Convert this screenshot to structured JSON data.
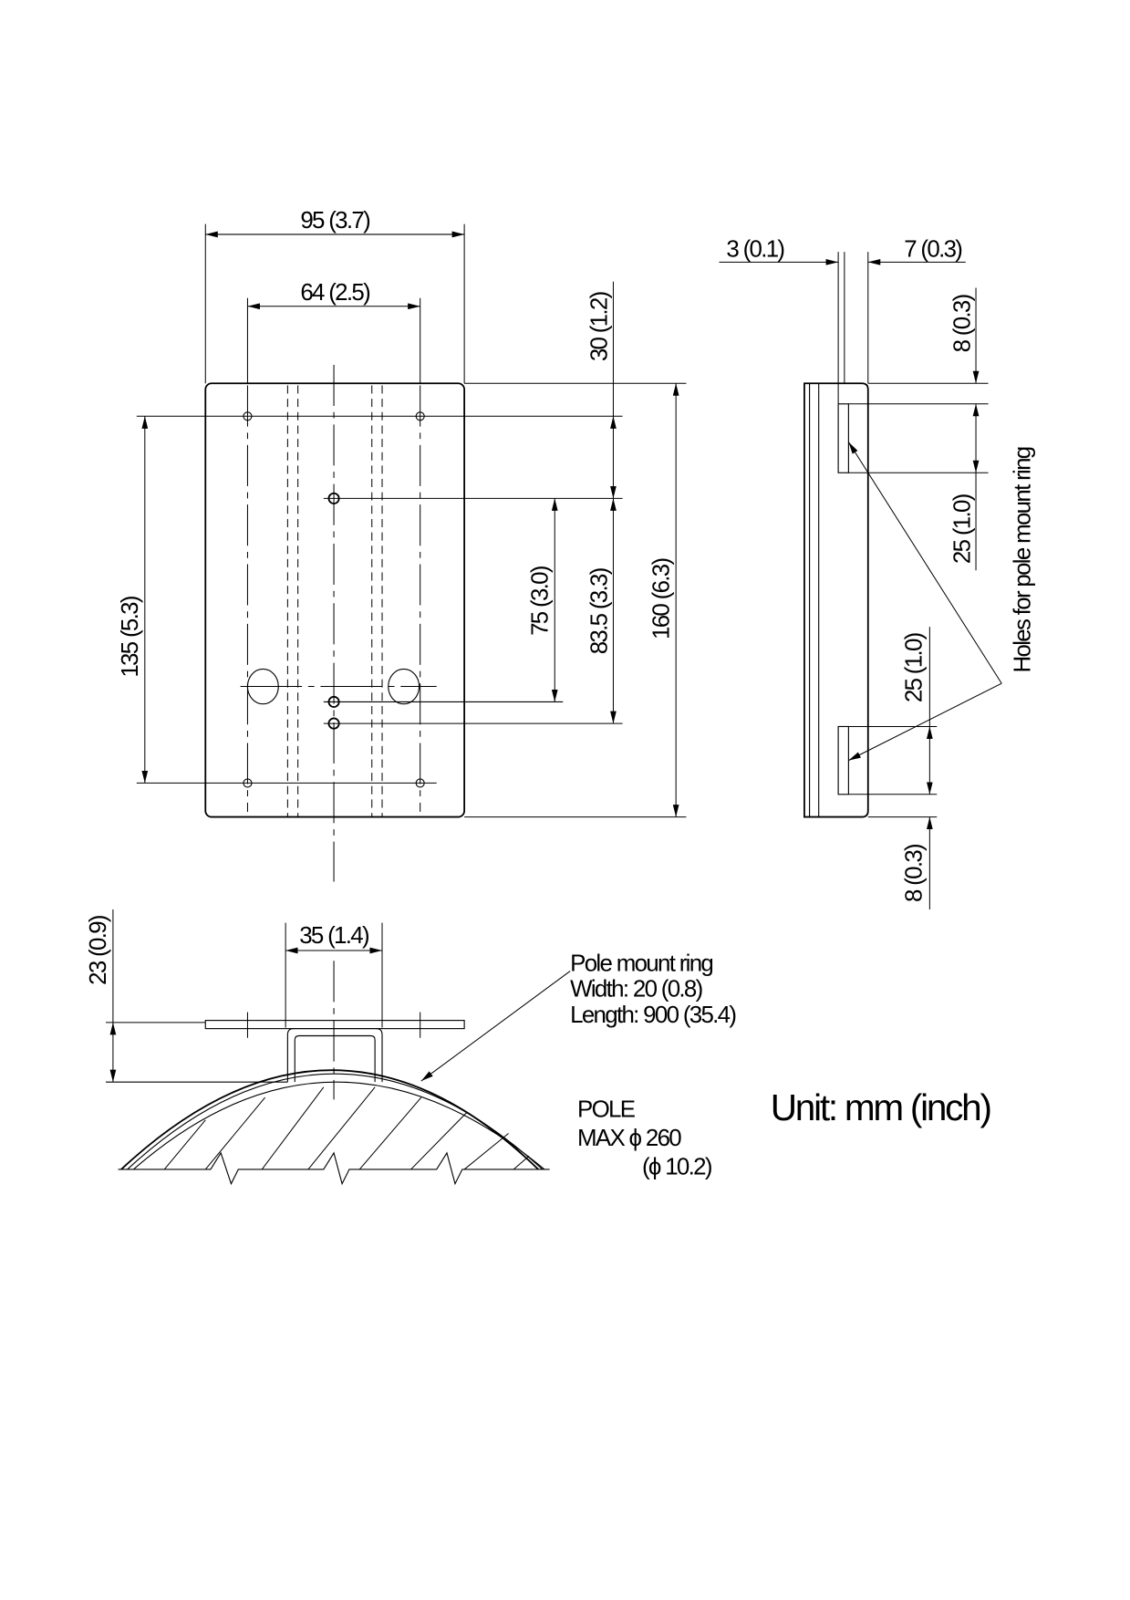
{
  "front_view": {
    "width_overall": "95 (3.7)",
    "hole_spacing_h": "64 (2.5)",
    "hole_spacing_v": "135 (5.3)",
    "top_offset": "30 (1.2)",
    "spacing_75": "75 (3.0)",
    "spacing_83_5": "83.5  (3.3)",
    "height_overall": "160 (6.3)"
  },
  "side_view": {
    "thickness_plate": "3 (0.1)",
    "thickness_bracket": "7 (0.3)",
    "top_margin": "8 (0.3)",
    "slot_top": "25 (1.0)",
    "slot_bottom": "25 (1.0)",
    "bottom_margin": "8 (0.3)",
    "holes_label": "Holes for pole mount ring"
  },
  "bottom_view": {
    "height": "23 (0.9)",
    "bracket_width": "35 (1.4)",
    "ring_title": "Pole mount ring",
    "ring_width": "Width:  20 (0.8)",
    "ring_length": "Length: 900 (35.4)",
    "pole_label": "POLE",
    "pole_max": "MAX ϕ 260",
    "pole_max_inch": "(ϕ 10.2)"
  },
  "unit_label": "Unit: mm (inch)"
}
